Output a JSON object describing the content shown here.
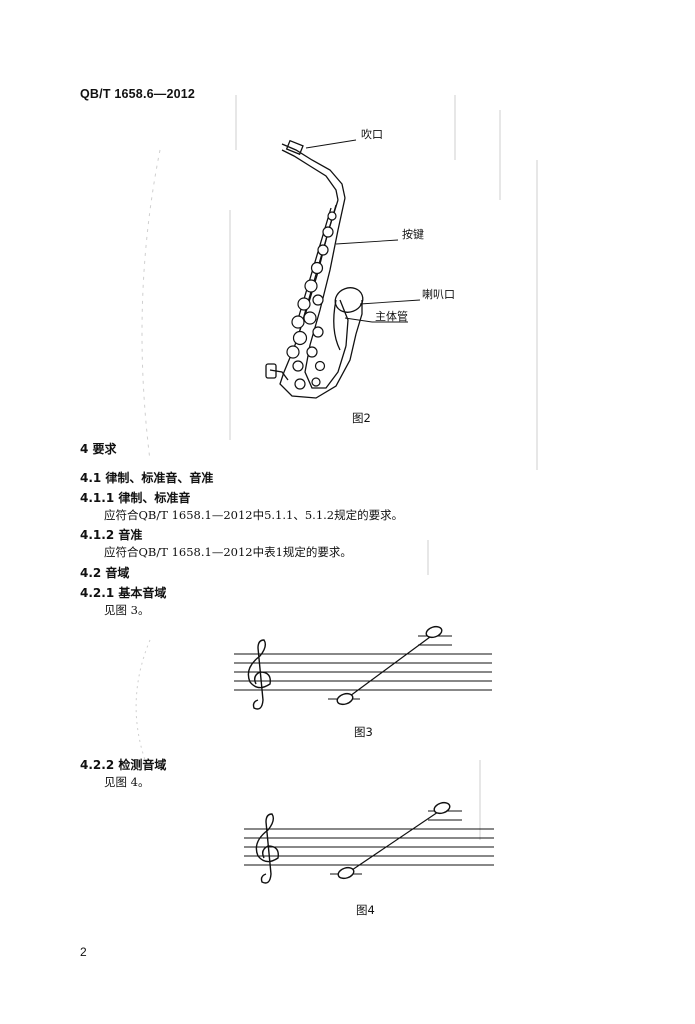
{
  "header": {
    "standard_id": "QB/T 1658.6—2012"
  },
  "figure2": {
    "labels": {
      "mouthpiece": "吹口",
      "keys": "按键",
      "bell": "喇叭口",
      "body": "主体管"
    },
    "caption": "图2"
  },
  "section4": {
    "heading": "4  要求"
  },
  "s4_1": {
    "heading": "4.1  律制、标准音、音准"
  },
  "s4_1_1": {
    "heading": "4.1.1  律制、标准音",
    "text": "应符合QB/T 1658.1—2012中5.1.1、5.1.2规定的要求。"
  },
  "s4_1_2": {
    "heading": "4.1.2  音准",
    "text": "应符合QB/T 1658.1—2012中表1规定的要求。"
  },
  "s4_2": {
    "heading": "4.2  音域"
  },
  "s4_2_1": {
    "heading": "4.2.1  基本音域",
    "text": "见图 3。"
  },
  "figure3": {
    "caption": "图3"
  },
  "s4_2_2": {
    "heading": "4.2.2  检测音域",
    "text": "见图 4。"
  },
  "figure4": {
    "caption": "图4"
  },
  "page_number": "2"
}
